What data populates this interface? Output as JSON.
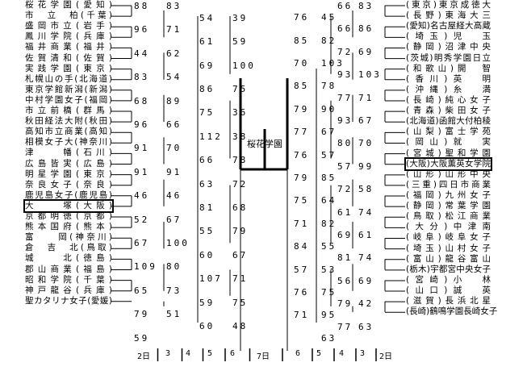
{
  "title": "全国高等学校女子バスケットボール選抜優勝大会 トーナメント表",
  "champion": "桜花学園",
  "left_teams": [
    "桜花学園(愛知)",
    "市　立　柏(千葉)",
    "盛岡市立(岩手)",
    "鳳川学院(兵庫)",
    "福井商業(福井)",
    "佐賀清和(佐賀)",
    "実践学園(東京)",
    "札幌山の手(北海道)",
    "東京学館新潟(新潟)",
    "中村学園女子(福岡)",
    "市立前橋(群馬)",
    "秋田経法大附(秋田)",
    "高知市立商業(高知)",
    "相模女子大(神奈川)",
    "津　　幡(石川)",
    "広島皆実(広島)",
    "明星学園(東京)",
    "奈良女子(奈良)",
    "鹿児島女子(鹿児島)",
    "大　　塚(大阪)",
    "京都明徳(京都)",
    "熊本国府(熊本)",
    "富　　岡(神奈川)",
    "倉　吉　北(鳥取)",
    "城　　北(徳島)",
    "郡山商業(福島)",
    "昭和学院(千葉)",
    "神戸龍谷(兵庫)",
    "聖カタリナ女子(愛媛)"
  ],
  "right_teams": [
    "(東京)東京成徳大",
    "(長野)東海大三",
    "(愛知)名古屋経大高蔵",
    "(埼玉)児　玉",
    "(静岡)沼津中央",
    "(茨城)明秀学園日立",
    "(和歌山)開　智",
    "(香川)英　明",
    "(沖縄)糸　満",
    "(長崎)純心女子",
    "(青森)柴田女子",
    "(北海道)函館大付柏稜",
    "(山梨)富士学苑",
    "(岡山)就　実",
    "(宮城)聖和学園",
    "(大阪)大阪薫英女学院",
    "(山形)山形中央",
    "(三重)四日市商業",
    "(福岡)九州女子",
    "(静岡)常葉学園",
    "(鳥取)松江商業",
    "(大分)中津南",
    "(岐阜)岐阜女子",
    "(埼玉)山村女子",
    "(富山)龍谷富山",
    "(栃木)宇都宮中央女子",
    "(宮崎)小　林",
    "(山口)誠　英",
    "(滋賀)長浜北星",
    "(長崎)鶴鳴学園長崎女子"
  ],
  "boxed_teams": [
    "大　　塚(大阪)",
    "(大阪)大阪薫英女学院"
  ],
  "scores": {
    "left": [
      "88",
      "83",
      "54",
      "39",
      "96",
      "71",
      "61",
      "59",
      "44",
      "62",
      "69",
      "100",
      "83",
      "54",
      "86",
      "75",
      "68",
      "89",
      "75",
      "36",
      "96",
      "66",
      "112",
      "38",
      "91",
      "70",
      "66",
      "78",
      "91",
      "91",
      "63",
      "72",
      "46",
      "46",
      "81",
      "68",
      "52",
      "67",
      "55",
      "79",
      "67",
      "100",
      "60",
      "67",
      "109",
      "80",
      "107",
      "71",
      "65",
      "73",
      "59",
      "75",
      "79",
      "51",
      "60",
      "48",
      "59"
    ],
    "right": [
      "83",
      "66",
      "45",
      "76",
      "86",
      "66",
      "82",
      "85",
      "69",
      "72",
      "103",
      "70",
      "103",
      "93",
      "78",
      "85",
      "71",
      "77",
      "90",
      "79",
      "67",
      "93",
      "67",
      "77",
      "70",
      "80",
      "57",
      "76",
      "99",
      "57",
      "85",
      "79",
      "58",
      "72",
      "64",
      "75",
      "74",
      "61",
      "82",
      "71",
      "61",
      "69",
      "55",
      "84",
      "74",
      "81",
      "53",
      "57",
      "69",
      "56",
      "75",
      "76",
      "42",
      "79",
      "95",
      "71",
      "63",
      "77",
      "63"
    ]
  },
  "days": [
    "2日",
    "3",
    "4",
    "5",
    "6",
    "7日",
    "6",
    "5",
    "4",
    "3",
    "2日"
  ]
}
